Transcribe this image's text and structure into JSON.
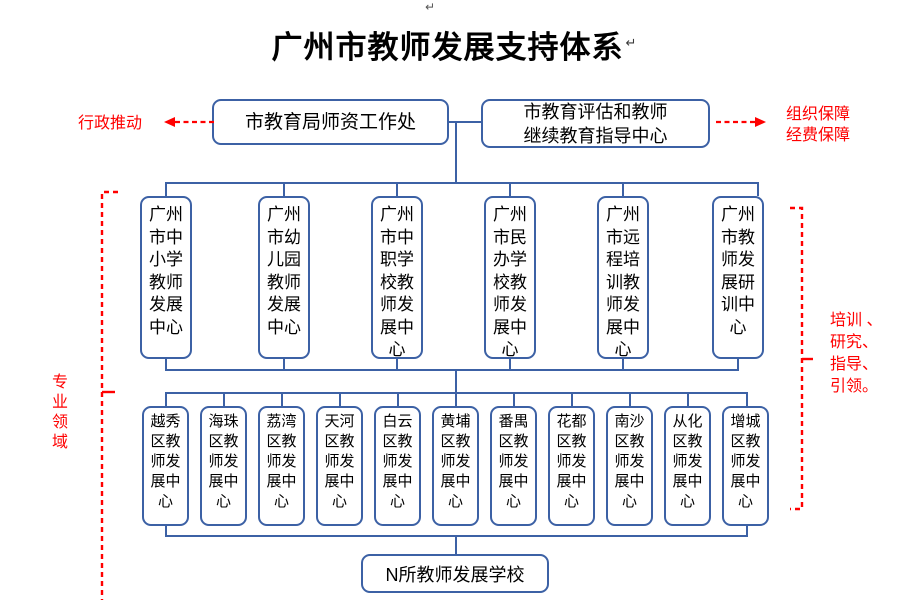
{
  "title": {
    "text": "广州市教师发展支持体系",
    "pilcrow": "↵"
  },
  "colors": {
    "box_border": "#3C61A5",
    "connector": "#3C61A5",
    "annotation": "#FF0000",
    "background": "#FFFFFF",
    "text": "#000000"
  },
  "top_row": {
    "left_box": {
      "label": "市教育局师资工作处"
    },
    "right_box": {
      "line1": "市教育评估和教师",
      "line2": "继续教育指导中心"
    }
  },
  "annotations": {
    "left": {
      "label": "行政推动",
      "arrow": "dashed-arrow-left"
    },
    "right": {
      "line1": "组织保障",
      "line2": "经费保障",
      "arrow": "dashed-arrow-right"
    },
    "left_bracket": {
      "label": "专业领域",
      "chars": [
        "专",
        "业",
        "领",
        "域"
      ]
    },
    "right_bracket": {
      "label": "培训、研究、指导、引领。",
      "lines": [
        "培训 、",
        "研究、",
        "指导、",
        "引领。"
      ]
    }
  },
  "level2": {
    "items": [
      {
        "name": "广州市中小学教师发展中心"
      },
      {
        "name": "广州市幼儿园教师发展中心"
      },
      {
        "name": "广州市中职学校教师发展中心"
      },
      {
        "name": "广州市民办学校教师发展中心"
      },
      {
        "name": "广州市远程培训教师发展中心"
      },
      {
        "name": "广州市教师发展研训中心"
      }
    ]
  },
  "level3": {
    "items": [
      {
        "name": "越秀区教师发展中心"
      },
      {
        "name": "海珠区教师发展中心"
      },
      {
        "name": "荔湾区教师发展中心"
      },
      {
        "name": "天河区教师发展中心"
      },
      {
        "name": "白云区教师发展中心"
      },
      {
        "name": "黄埔区教师发展中心"
      },
      {
        "name": "番禺区教师发展中心"
      },
      {
        "name": "花都区教师发展中心"
      },
      {
        "name": "南沙区教师发展中心"
      },
      {
        "name": "从化区教师发展中心"
      },
      {
        "name": "增城区教师发展中心"
      }
    ]
  },
  "level4": {
    "box": {
      "label": "N所教师发展学校"
    }
  }
}
